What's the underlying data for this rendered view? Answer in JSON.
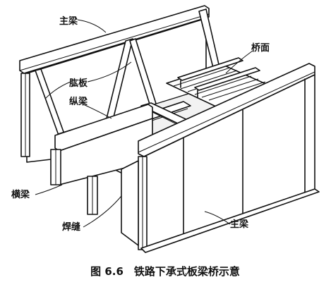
{
  "labels": {
    "main_girder_top": "主梁",
    "gusset_plate": "肱板",
    "stringer": "纵梁",
    "deck": "桥面",
    "cross_beam": "横梁",
    "weld_seam": "焊缝",
    "main_girder_bottom": "主梁"
  },
  "caption": "图 6.6　铁路下承式板梁桥示意"
}
